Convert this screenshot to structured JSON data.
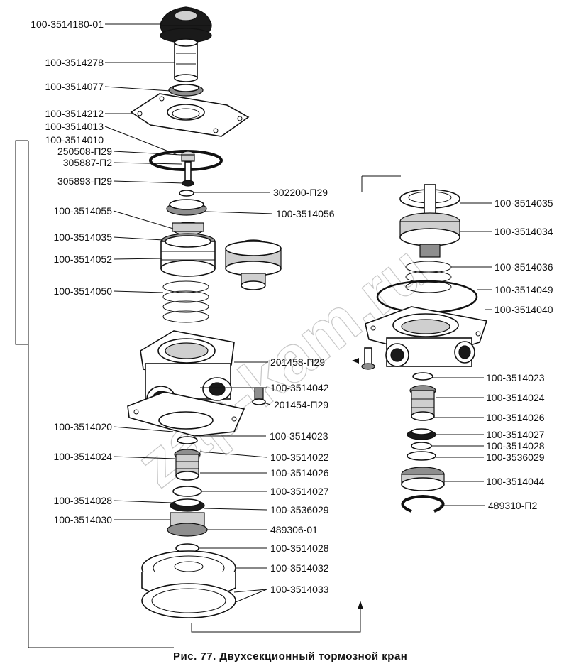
{
  "caption": "Рис. 77. Двухсекционный тормозной кран",
  "watermark": "zap-kam.ru",
  "labels_left": [
    "100-3514180-01",
    "100-3514278",
    "100-3514077",
    "100-3514212",
    "100-3514013",
    "100-3514010",
    "250508-П29",
    "305887-П2",
    "305893-П29",
    "100-3514055",
    "100-3514035",
    "100-3514052",
    "100-3514050",
    "100-3514020",
    "100-3514024",
    "100-3514028",
    "100-3514030"
  ],
  "labels_center": [
    "302200-П29",
    "100-3514056",
    "201458-П29",
    "100-3514042",
    "201454-П29",
    "100-3514023",
    "100-3514022",
    "100-3514026",
    "100-3514027",
    "100-3536029",
    "489306-01",
    "100-3514028",
    "100-3514032",
    "100-3514033"
  ],
  "labels_right": [
    "100-3514035",
    "100-3514034",
    "100-3514036",
    "100-3514049",
    "100-3514040",
    "100-3514023",
    "100-3514024",
    "100-3514026",
    "100-3514027",
    "100-3514028",
    "100-3536029",
    "100-3514044",
    "489310-П2"
  ]
}
